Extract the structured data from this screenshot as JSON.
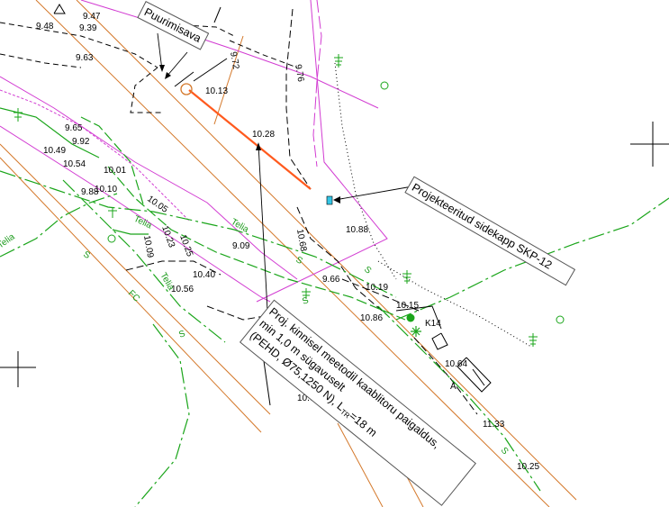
{
  "colors": {
    "background": "#ffffff",
    "road_edge": "#d4782a",
    "boundary": "#d23cd2",
    "telecom": "#1aa51a",
    "cable_new": "#ff5a1e",
    "black": "#000000",
    "cabinet": "#33c6e6"
  },
  "callouts": {
    "drilling_pit": "Puurimisava",
    "cabinet": "Projekteeritud sidekapp SKP-12",
    "note_line1": "Proj. kinnisel meetodil kaablitoru paigaldus,",
    "note_line2": "min 1,0 m sügavuselt",
    "note_line3": "(PEHD, Ø75,1250 N), L",
    "note_sub": "TR",
    "note_tail": "=18 m"
  },
  "elevations": [
    {
      "id": "e947",
      "label": "9.47"
    },
    {
      "id": "e939",
      "label": "9.39"
    },
    {
      "id": "e948",
      "label": "9.48"
    },
    {
      "id": "e963",
      "label": "9.63"
    },
    {
      "id": "e972",
      "label": "9.72"
    },
    {
      "id": "e976",
      "label": "9.76"
    },
    {
      "id": "e1013",
      "label": "10.13"
    },
    {
      "id": "e965",
      "label": "9.65"
    },
    {
      "id": "e992",
      "label": "9.92"
    },
    {
      "id": "e1049",
      "label": "10.49"
    },
    {
      "id": "e1054",
      "label": "10.54"
    },
    {
      "id": "e1001",
      "label": "10.01"
    },
    {
      "id": "e988",
      "label": "9.88"
    },
    {
      "id": "e1010",
      "label": "10.10"
    },
    {
      "id": "e1005",
      "label": "10.05"
    },
    {
      "id": "e1028",
      "label": "10.28"
    },
    {
      "id": "e1023",
      "label": "10.23"
    },
    {
      "id": "e1025",
      "label": "10.25"
    },
    {
      "id": "e1009",
      "label": "10.09"
    },
    {
      "id": "e909",
      "label": "9.09"
    },
    {
      "id": "e1040",
      "label": "10.40"
    },
    {
      "id": "e1056",
      "label": "10.56"
    },
    {
      "id": "e1068",
      "label": "10.68"
    },
    {
      "id": "e1088",
      "label": "10.88"
    },
    {
      "id": "e966",
      "label": "9.66"
    },
    {
      "id": "e1019",
      "label": "10.19"
    },
    {
      "id": "e1015",
      "label": "10.15"
    },
    {
      "id": "e1086",
      "label": "10.86"
    },
    {
      "id": "e1064",
      "label": "10.64"
    },
    {
      "id": "e1133",
      "label": "11.33"
    },
    {
      "id": "e1025b",
      "label": "10.25"
    },
    {
      "id": "e1077",
      "label": "10.77"
    }
  ],
  "network_labels": {
    "telia1": "Telia",
    "telia2": "Telia",
    "telia3": "Telia",
    "telia4": "Telia",
    "fc": "FC",
    "s1": "S",
    "s2": "S",
    "s3": "S",
    "s4": "S",
    "s5": "S",
    "s6": "S",
    "manhole": "K14",
    "a": "A"
  }
}
